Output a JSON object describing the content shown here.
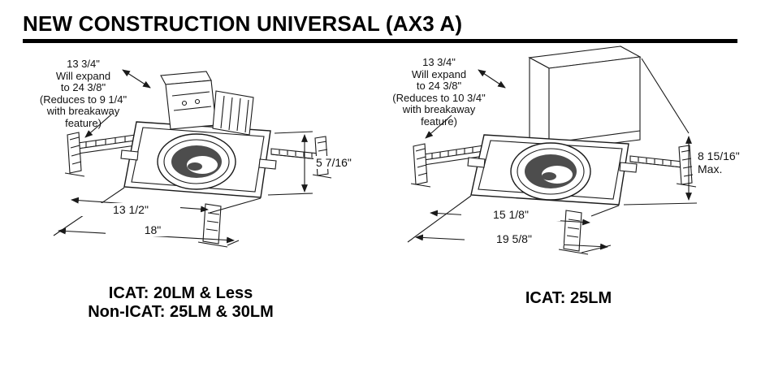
{
  "header": {
    "title": "NEW CONSTRUCTION UNIVERSAL (AX3 A)"
  },
  "left_diagram": {
    "note_lines": [
      "13 3/4\"",
      "Will expand",
      "to 24 3/8\"",
      "(Reduces to 9 1/4\"",
      "with breakaway",
      "feature)"
    ],
    "dim_height": "5 7/16\"",
    "dim_inner_width": "13 1/2\"",
    "dim_outer_width": "18\"",
    "caption_line1": "ICAT: 20LM & Less",
    "caption_line2": "Non-ICAT: 25LM & 30LM"
  },
  "right_diagram": {
    "note_lines": [
      "13 3/4\"",
      "Will expand",
      "to 24 3/8\"",
      "(Reduces to 10 3/4\"",
      "with breakaway",
      "feature)"
    ],
    "dim_height": "8 15/16\"",
    "dim_height_suffix": "Max.",
    "dim_inner_width": "15 1/8\"",
    "dim_outer_width": "19 5/8\"",
    "caption": "ICAT: 25LM"
  }
}
